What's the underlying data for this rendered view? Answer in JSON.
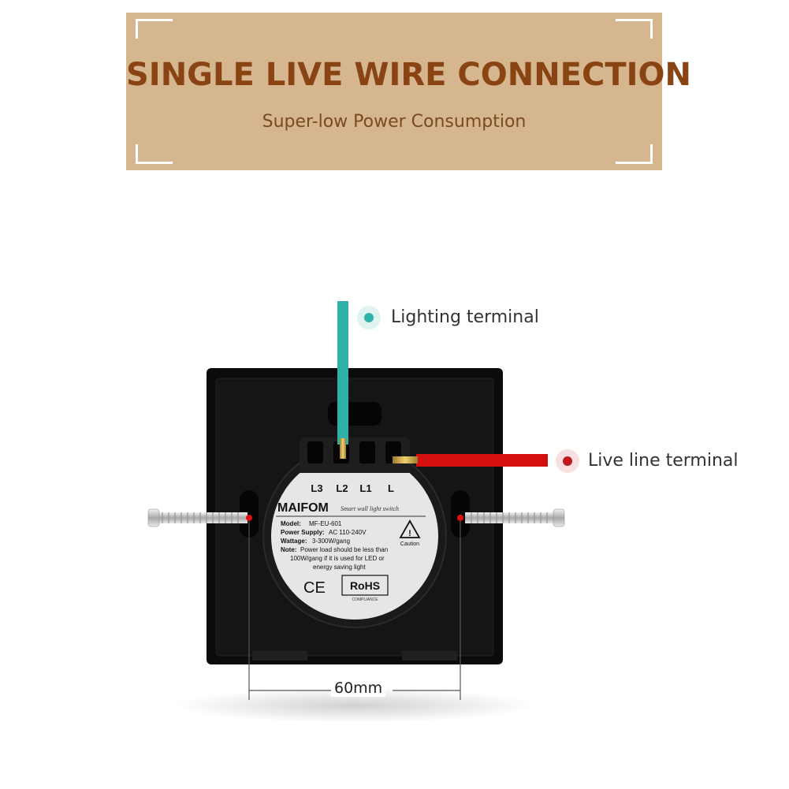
{
  "banner": {
    "title": "SINGLE LIVE WIRE CONNECTION",
    "subtitle": "Super-low Power Consumption"
  },
  "callouts": {
    "lighting": "Lighting terminal",
    "live": "Live line terminal"
  },
  "terminals": [
    "L3",
    "L2",
    "L1",
    "L"
  ],
  "label_plate": {
    "brand": "MAIFOM",
    "tagline": "Smart wall light switch",
    "model_label": "Model:",
    "model_value": "MF-EU-601",
    "power_label": "Power Supply:",
    "power_value": "AC 110-240V",
    "wattage_label": "Wattage:",
    "wattage_value": "3-300W/gang",
    "note_label": "Note:",
    "note_line1": "Power load should be less than",
    "note_line2": "100W/gang if it is used for LED or",
    "note_line3": "energy saving light",
    "caution": "Caution",
    "ce": "CE",
    "rohs": "RoHS",
    "rohs_sub": "COMPLIANCE"
  },
  "dimension": "60mm",
  "colors": {
    "banner_bg": "#d6b68e",
    "title": "#8a4413",
    "lighting_wire": "#2fb0a8",
    "live_wire": "#d40f0f",
    "panel": "#0b0b0b"
  }
}
